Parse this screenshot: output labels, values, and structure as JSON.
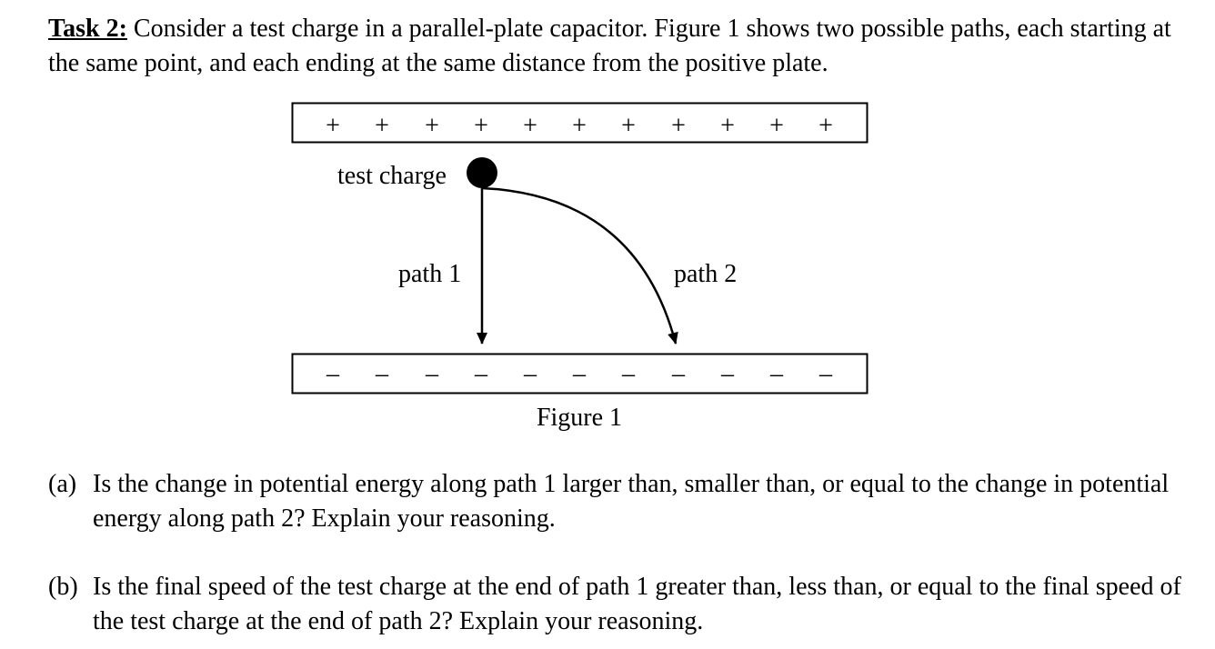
{
  "task": {
    "label": "Task 2:",
    "text": "Consider a test charge in a parallel-plate capacitor. Figure 1 shows two possible paths, each starting at the same point, and each ending at the same distance from the positive plate."
  },
  "figure": {
    "positive_plate_symbols": [
      "+",
      "+",
      "+",
      "+",
      "+",
      "+",
      "+",
      "+",
      "+",
      "+",
      "+"
    ],
    "negative_plate_symbols": [
      "–",
      "–",
      "–",
      "–",
      "–",
      "–",
      "–",
      "–",
      "–",
      "–",
      "–"
    ],
    "test_charge_label": "test charge",
    "path1_label": "path 1",
    "path2_label": "path 2",
    "caption": "Figure 1"
  },
  "questions": [
    {
      "label": "(a)",
      "text": "Is the change in potential energy along path 1 larger than, smaller than, or equal to the change in potential energy along path 2? Explain your reasoning."
    },
    {
      "label": "(b)",
      "text": "Is the final speed of the test charge at the end of path 1 greater than, less than, or equal to the final speed of the test charge at the end of path 2? Explain your reasoning."
    }
  ]
}
